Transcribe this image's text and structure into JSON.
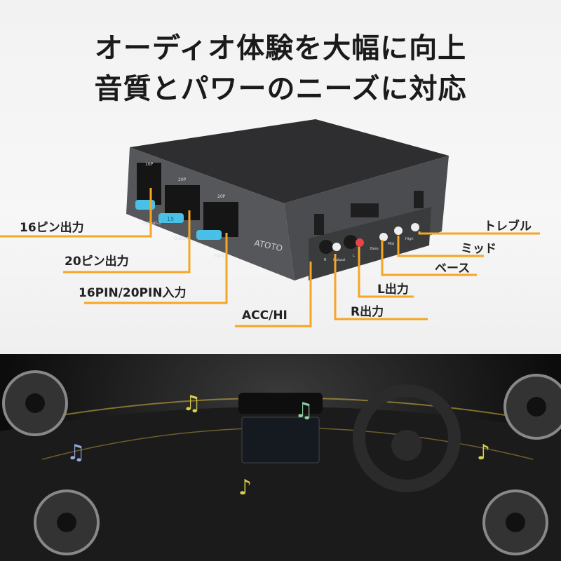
{
  "headline": {
    "line1": "オーディオ体験を大幅に向上",
    "line2": "音質とパワーのニーズに対応"
  },
  "device": {
    "brand": "ATOTO",
    "port_labels": [
      "16P",
      "20P",
      "20P"
    ],
    "port_captions": [
      "Output-1",
      "Output",
      "Input"
    ],
    "front_labels": [
      "R",
      "Output",
      "L",
      "Bass",
      "Mid",
      "High"
    ],
    "fuse_rating": "15"
  },
  "callouts": {
    "out16": "16ピン出力",
    "out20": "20ピン出力",
    "input": "16PIN/20PIN入力",
    "acc": "ACC/HI",
    "r_out": "R出力",
    "l_out": "L出力",
    "bass": "ベース",
    "mid": "ミッド",
    "treble": "トレブル"
  },
  "colors": {
    "accent": "#f5a623",
    "device": "#4a4a4c",
    "fuse": "#49c0e8"
  }
}
